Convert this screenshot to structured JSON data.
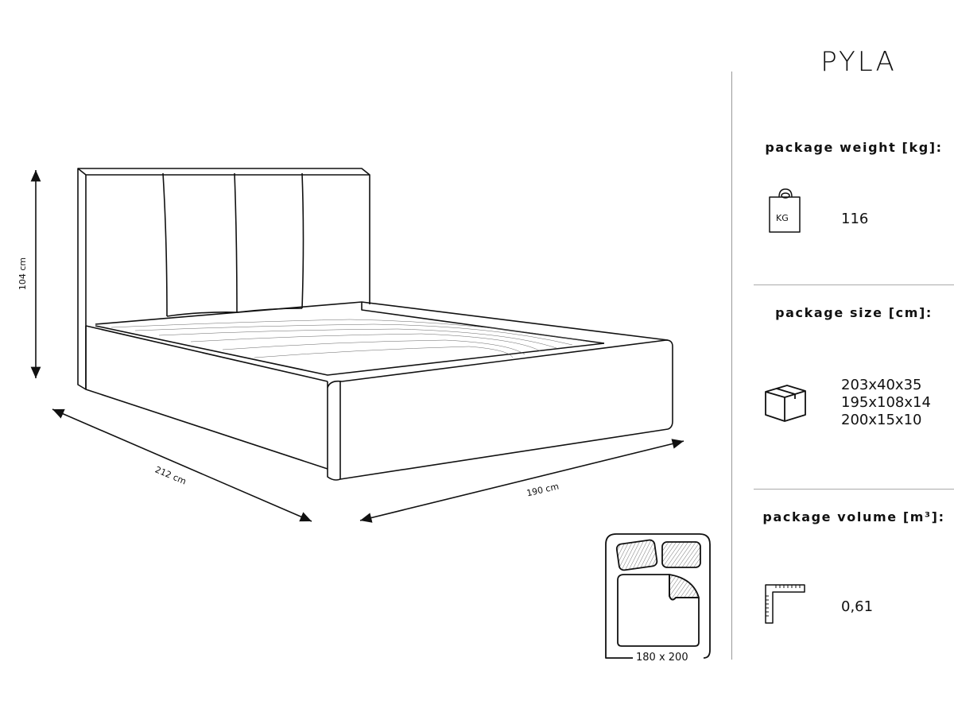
{
  "product_name": "PYLA",
  "dimensions": {
    "height": "104 cm",
    "length": "212 cm",
    "width": "190 cm",
    "mattress": "180 x 200"
  },
  "specs": {
    "weight": {
      "label": "package weight [kg]:",
      "icon": "weight-kg-icon",
      "icon_text": "KG",
      "value": "116"
    },
    "size": {
      "label": "package size [cm]:",
      "icon": "box-icon",
      "values": [
        "203x40x35",
        "195x108x14",
        "200x15x10"
      ]
    },
    "volume": {
      "label": "package volume [m³]:",
      "icon": "ruler-square-icon",
      "value": "0,61"
    }
  }
}
